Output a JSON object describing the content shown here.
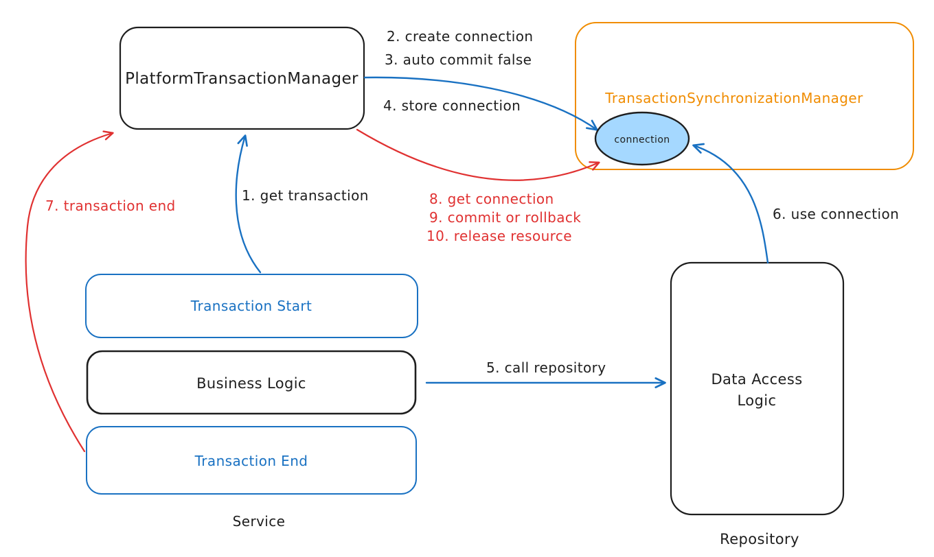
{
  "colors": {
    "black_stroke": "#1e1e1e",
    "blue_accent": "#1971c2",
    "red_accent": "#e03131",
    "orange_accent": "#f08c00",
    "connection_fill": "#a5d8ff",
    "background": "#ffffff"
  },
  "nodes": {
    "platform_transaction_manager": {
      "label": "PlatformTransactionManager"
    },
    "transaction_synchronization_manager": {
      "label": "TransactionSynchronizationManager"
    },
    "connection": {
      "label": "connection"
    },
    "transaction_start": {
      "label": "Transaction Start"
    },
    "business_logic": {
      "label": "Business Logic"
    },
    "transaction_end": {
      "label": "Transaction End"
    },
    "data_access_logic": {
      "label_line1": "Data Access",
      "label_line2": "Logic"
    }
  },
  "captions": {
    "service": "Service",
    "repository": "Repository"
  },
  "edge_labels": {
    "step1": "1. get transaction",
    "step2": "2. create connection",
    "step3": "3. auto commit false",
    "step4": "4. store connection",
    "step5": "5. call repository",
    "step6": "6. use connection",
    "step7": "7. transaction end",
    "step8": "8. get connection",
    "step9": "9. commit or rollback",
    "step10": "10. release resource"
  }
}
